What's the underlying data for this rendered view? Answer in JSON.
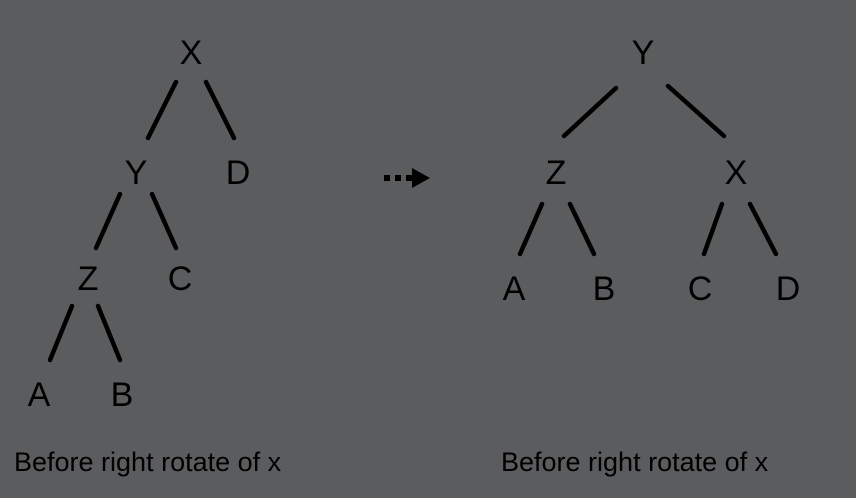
{
  "colors": {
    "background": "#5b5c5e",
    "ink": "#000000"
  },
  "left_tree": {
    "nodes": {
      "x": "X",
      "y": "Y",
      "d": "D",
      "z": "Z",
      "c": "C",
      "a": "A",
      "b": "B"
    },
    "caption": "Before right rotate of x"
  },
  "arrow": {
    "icon": "dotted-right-arrow-icon"
  },
  "right_tree": {
    "nodes": {
      "y": "Y",
      "z": "Z",
      "x": "X",
      "a": "A",
      "b": "B",
      "c": "C",
      "d": "D"
    },
    "caption": "Before right rotate of x"
  }
}
